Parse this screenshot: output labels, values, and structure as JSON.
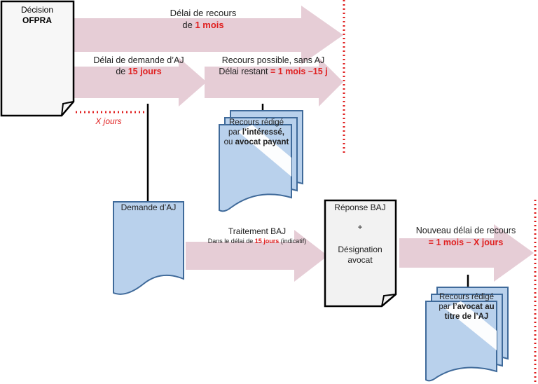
{
  "decision": {
    "line1": "Décision",
    "line2": "OFPRA"
  },
  "recours": {
    "line1": "Délai de recours",
    "prefix": "de ",
    "highlight": "1 mois"
  },
  "demande_aj": {
    "line1": "Délai de demande d’AJ",
    "prefix": "de ",
    "highlight": "15 jours"
  },
  "recours_possible": {
    "line1": "Recours possible, sans AJ",
    "prefix": "Délai restant ",
    "highlight": "= 1 mois –15 j"
  },
  "x_jours": "X jours",
  "recours_redige_1": {
    "line1": "Recours rédigé",
    "line2_prefix": "par ",
    "line2_bold": "l’intéressé,",
    "line3_prefix": "ou ",
    "line3_bold": "avocat payant"
  },
  "demande_box": "Demande d’AJ",
  "traitement": {
    "title": "Traitement BAJ",
    "sub_prefix": "Dans le délai de ",
    "sub_highlight": "15 jours",
    "sub_suffix": " (indicatif)"
  },
  "reponse": {
    "line1": "Réponse BAJ",
    "plus": "+",
    "line3": "Désignation",
    "line4": "avocat"
  },
  "nouveau": {
    "line1": "Nouveau délai de recours",
    "highlight": "= 1 mois – X jours"
  },
  "recours_redige_2": {
    "line1": "Recours rédigé",
    "line2_prefix": "par ",
    "line2_bold": "l’avocat au",
    "line3_bold": "titre de l’AJ"
  },
  "colors": {
    "arrow": "#e6cdd6",
    "doc_blue": "#b9d1ec",
    "doc_stroke": "#3f6a9a",
    "red": "#e02020",
    "gray_doc": "#f2f2f2"
  }
}
